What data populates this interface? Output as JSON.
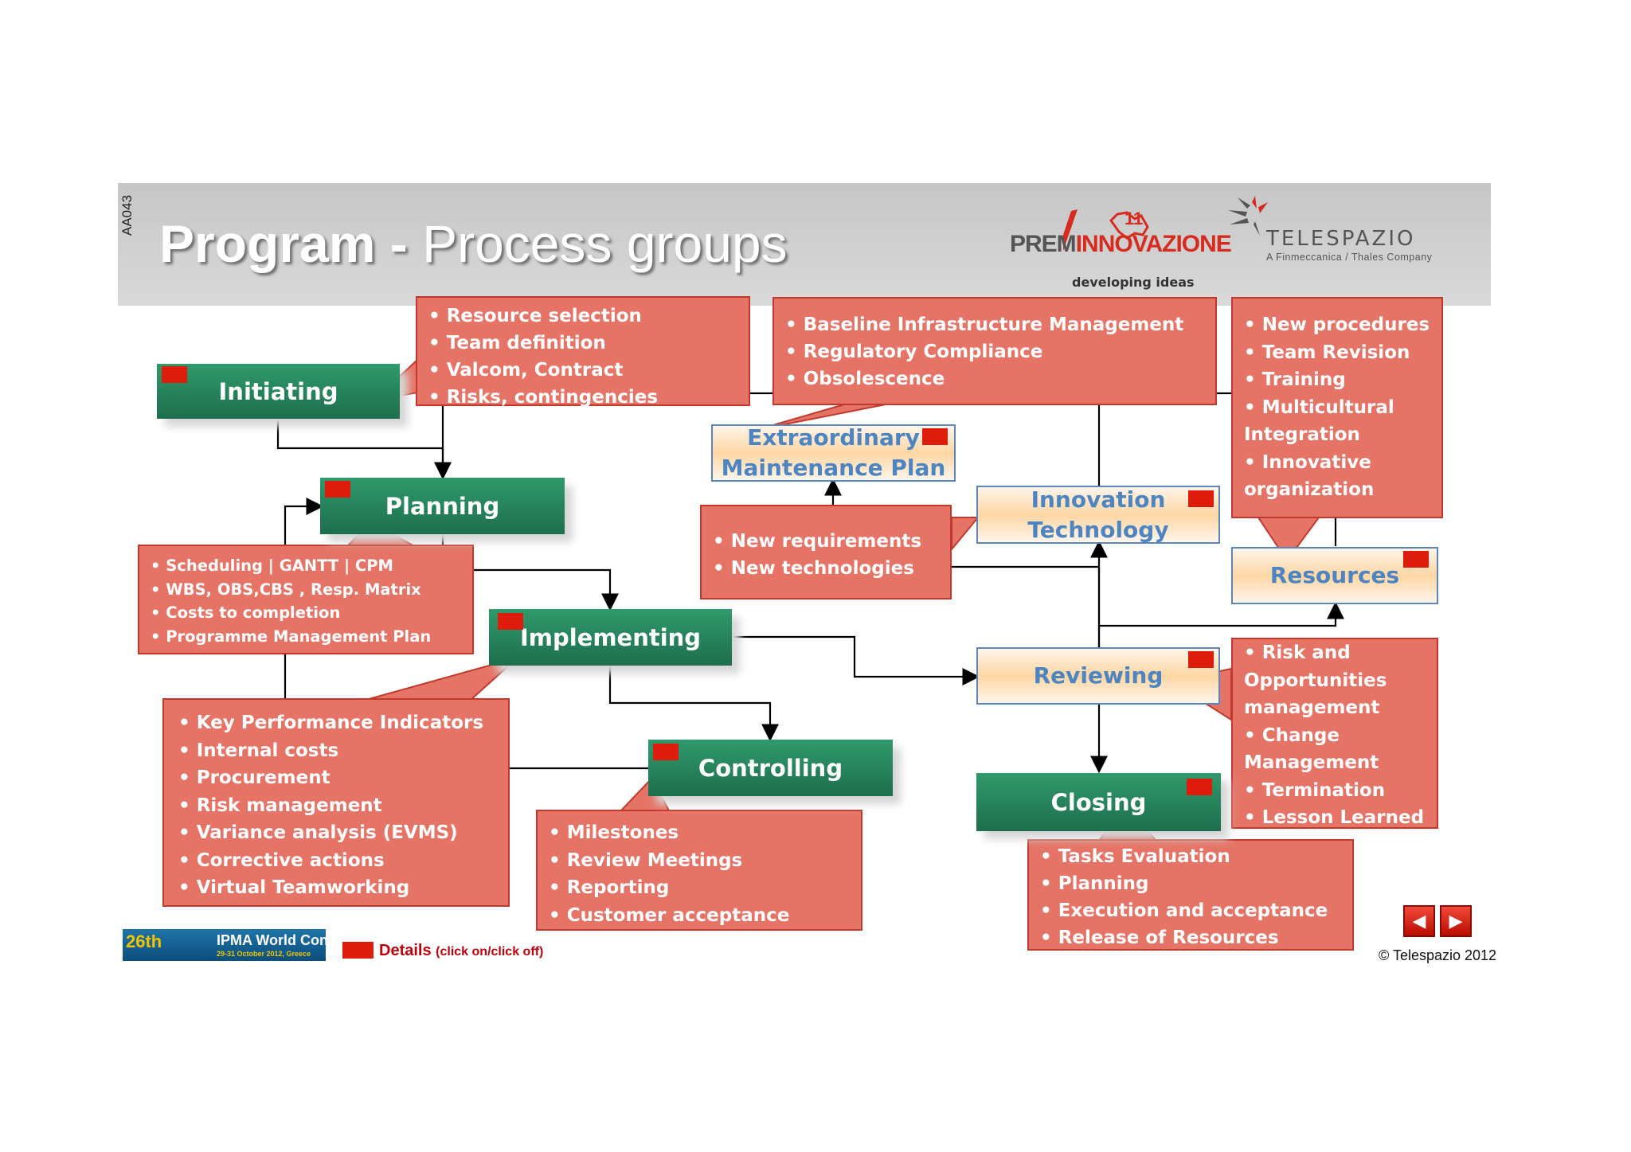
{
  "header": {
    "slide_code": "AA043",
    "title_bold": "Program -",
    "title_rest": " Process groups"
  },
  "logos": {
    "premio_line1": "PREM",
    "premio_line1_accent": "INNOVAZIONE",
    "premio_badge": "11",
    "premio_tagline": "developing ideas",
    "telespazio_name": "TELESPAZIO",
    "telespazio_tagline": "A Finmeccanica / Thales Company"
  },
  "processes": {
    "initiating": "Initiating",
    "planning": "Planning",
    "implementing": "Implementing",
    "controlling": "Controlling",
    "closing": "Closing",
    "reviewing": "Reviewing",
    "resources": "Resources",
    "extraordinary_line1": "Extraordinary",
    "extraordinary_line2": "Maintenance Plan",
    "innovation_line1": "Innovation",
    "innovation_line2": "Technology"
  },
  "callouts": {
    "initiating": [
      "• Resource selection",
      "• Team definition",
      "• Valcom, Contract",
      "• Risks, contingencies"
    ],
    "maintenance": [
      "• Baseline Infrastructure Management",
      "• Regulatory Compliance",
      "• Obsolescence"
    ],
    "resources": [
      "• New procedures",
      "• Team Revision",
      "• Training",
      "• Multicultural",
      "Integration",
      "• Innovative",
      "organization"
    ],
    "requirements": [
      "• New requirements",
      "• New technologies"
    ],
    "planning": [
      "• Scheduling | GANTT | CPM",
      "• WBS, OBS,CBS , Resp. Matrix",
      "• Costs to completion",
      "• Programme Management Plan"
    ],
    "implementing": [
      "• Key Performance Indicators",
      "• Internal costs",
      "• Procurement",
      "• Risk management",
      "• Variance analysis (EVMS)",
      "• Corrective actions",
      "• Virtual Teamworking"
    ],
    "controlling": [
      "• Milestones",
      "• Review Meetings",
      "• Reporting",
      "• Customer acceptance"
    ],
    "reviewing": [
      "• Risk and",
      "Opportunities",
      "management",
      "• Change",
      "Management",
      "• Termination",
      "• Lesson Learned"
    ],
    "closing": [
      "• Tasks Evaluation",
      "• Planning",
      "• Execution and acceptance",
      "• Release of Resources"
    ]
  },
  "footer": {
    "ipma_number": "26th",
    "ipma_title": "IPMA World Congress",
    "ipma_date": "29-31 October 2012, Greece",
    "details_label": "Details",
    "details_hint": "(click on/click off)",
    "prev_icon": "◀",
    "next_icon": "▶",
    "copyright": "© Telespazio 2012"
  },
  "colors": {
    "process_green": "#257f59",
    "callout_red": "#e57466",
    "flag_red": "#dd1c0c",
    "light_text_blue": "#4d84c2"
  }
}
